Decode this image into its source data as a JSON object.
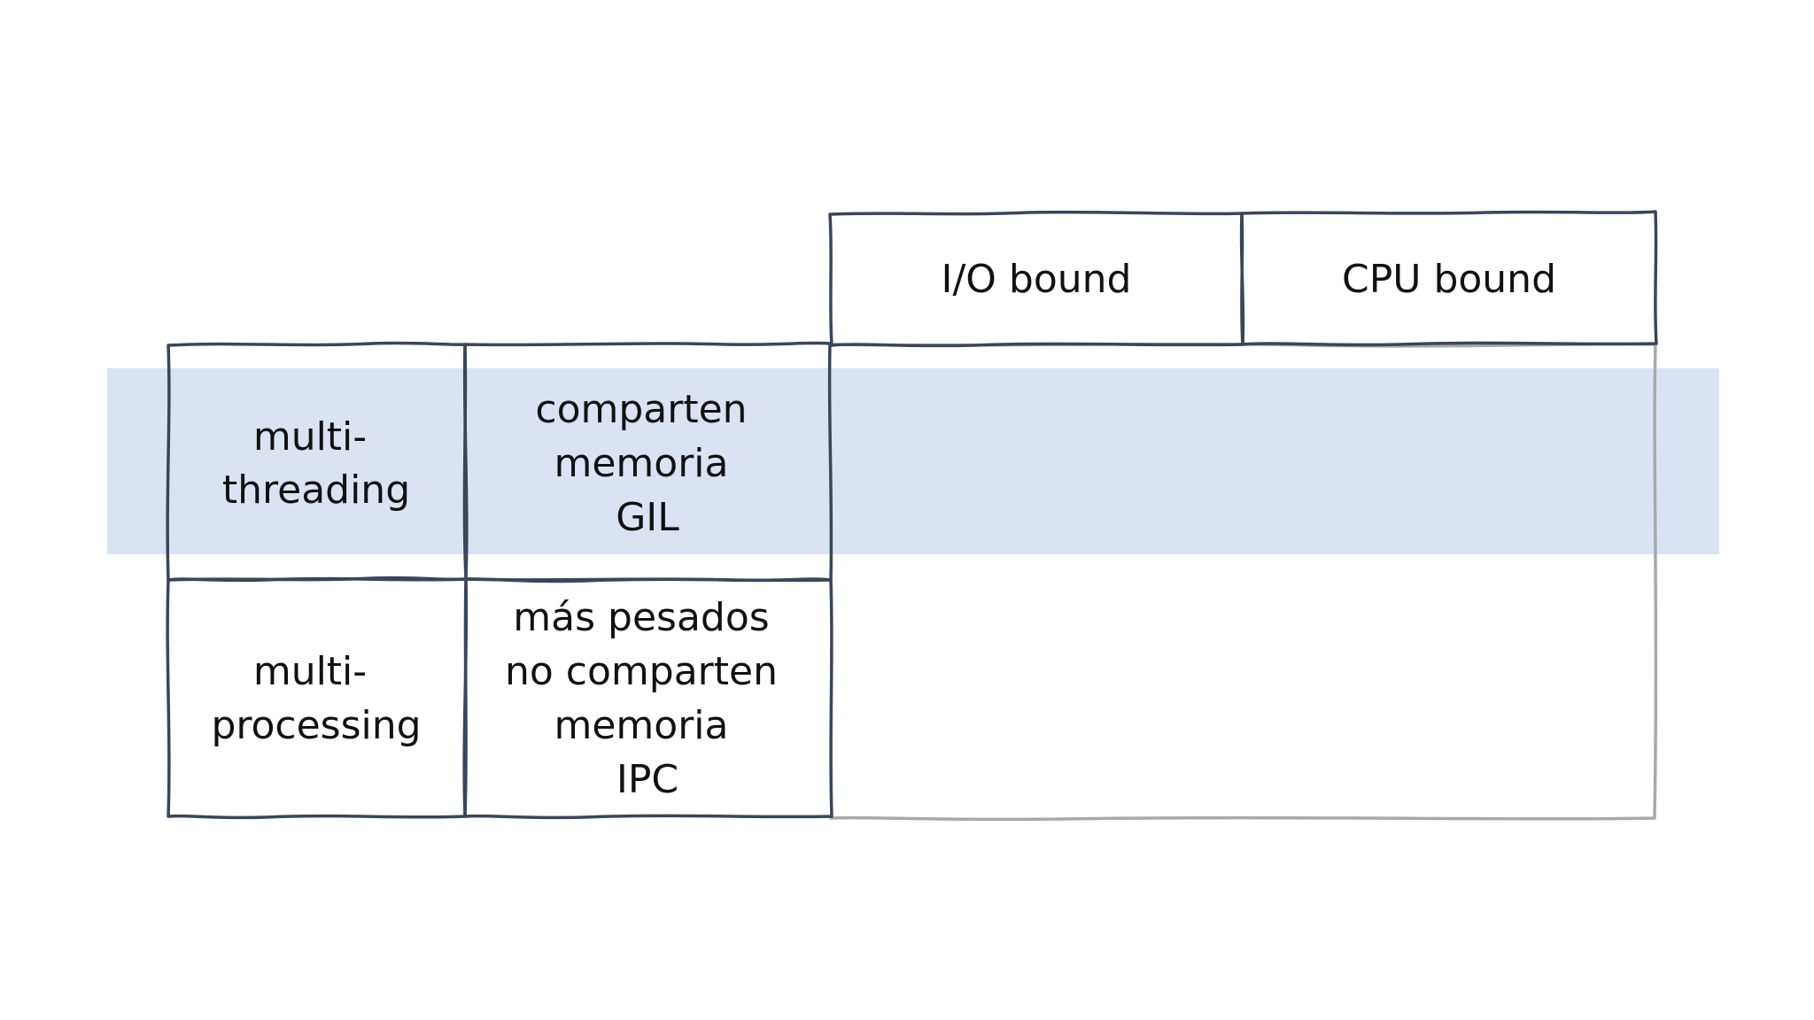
{
  "table": {
    "columns": [
      {
        "label": "I/O bound"
      },
      {
        "label": "CPU bound"
      }
    ],
    "rows": [
      {
        "name_lines": [
          "multi-",
          "threading"
        ],
        "desc_lines": [
          "comparten",
          "memoria",
          "GIL"
        ],
        "highlighted": true
      },
      {
        "name_lines": [
          "multi-",
          "processing"
        ],
        "desc_lines": [
          "más pesados",
          "no comparten",
          "memoria",
          "IPC"
        ],
        "highlighted": false
      }
    ]
  },
  "colors": {
    "highlight": "#dbe3f3",
    "frame_dark": "#3a4659",
    "frame_light": "#a9a9a9",
    "text": "#111111",
    "background": "#ffffff"
  }
}
